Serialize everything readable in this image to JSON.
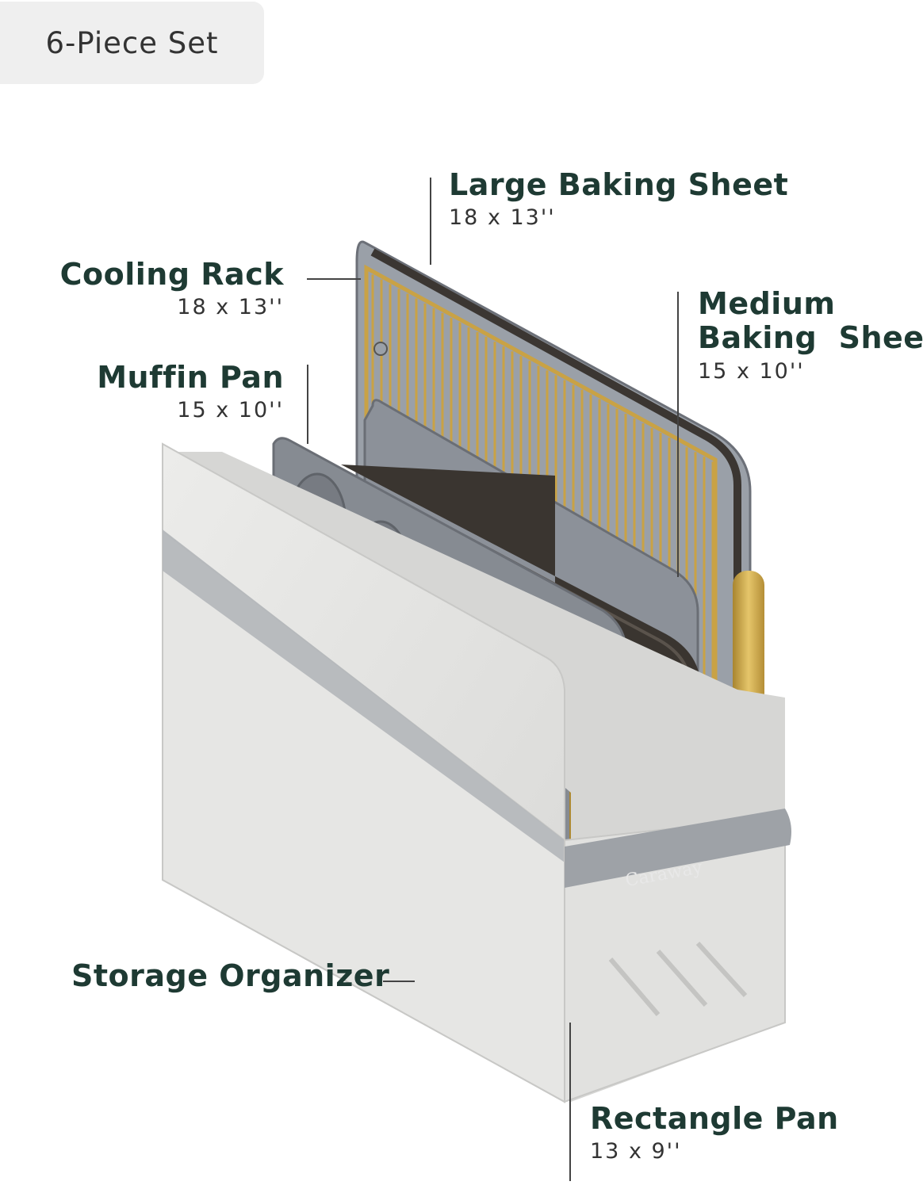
{
  "badge": {
    "text": "6-Piece Set"
  },
  "brand": {
    "text": "Caraway"
  },
  "labels": {
    "large_sheet": {
      "name": "Large Baking Sheet",
      "dim": "18 x 13''"
    },
    "cooling_rack": {
      "name": "Cooling Rack",
      "dim": "18 x 13''"
    },
    "medium_sheet": {
      "name_line1": "Medium",
      "name_line2": "Baking  Sheet",
      "dim": "15 x 10''"
    },
    "muffin_pan": {
      "name": "Muffin Pan",
      "dim": "15 x 10''"
    },
    "organizer": {
      "name": "Storage Organizer"
    },
    "rectangle_pan": {
      "name": "Rectangle Pan",
      "dim": "13 x 9''"
    }
  },
  "colors": {
    "label_text": "#1e3a33",
    "gold": "#c9a245",
    "pan_gray": "#8c9199",
    "pan_dark": "#3a3530",
    "organizer": "#e2e2e0"
  }
}
